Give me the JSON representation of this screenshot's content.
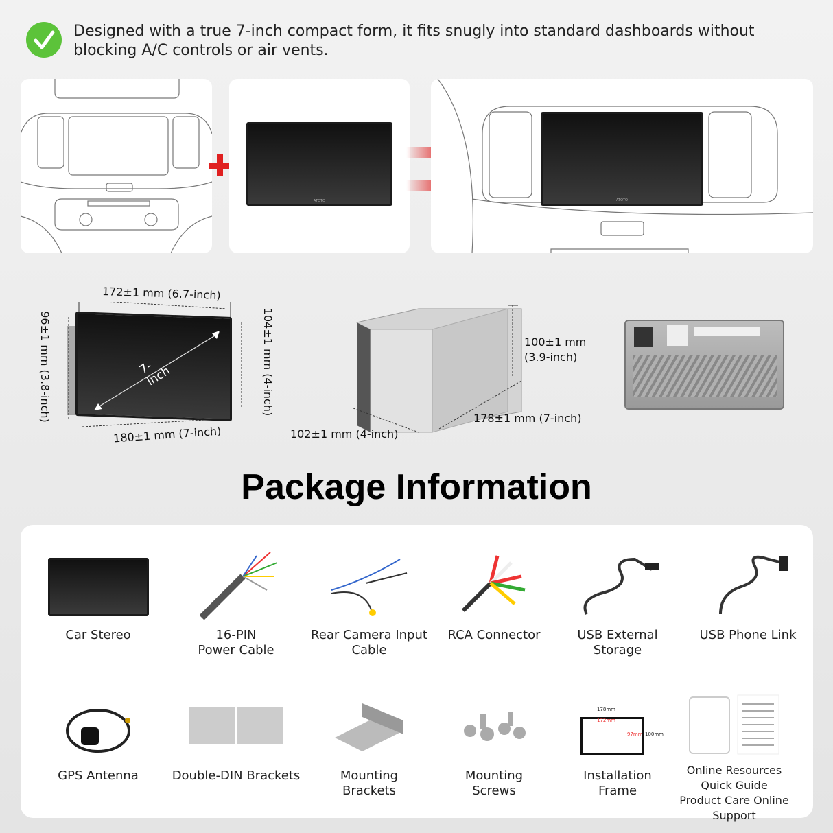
{
  "header": {
    "icon": "check-circle-icon",
    "text": "Designed with a true 7-inch compact form, it fits snugly into standard dashboards without blocking A/C controls or air vents.",
    "accent": "#5cc33a"
  },
  "illustration": {
    "brand": "ATOTO",
    "plus_color": "#e02020",
    "arrow_color": "#e02020"
  },
  "dimensions": {
    "front_width": "172±1 mm (6.7-inch)",
    "frame_width": "180±1 mm (7-inch)",
    "left_height": "96±1 mm (3.8-inch)",
    "right_height": "104±1 mm (4-inch)",
    "diagonal": "7-inch",
    "chassis_height": "100±1 mm\n(3.9-inch)",
    "chassis_width": "102±1 mm (4-inch)",
    "chassis_depth": "178±1 mm (7-inch)"
  },
  "package": {
    "title": "Package Information",
    "items": [
      {
        "label": "Car Stereo",
        "icon": "car-stereo-icon"
      },
      {
        "label": "16-PIN\nPower Cable",
        "icon": "power-cable-icon"
      },
      {
        "label": "Rear Camera Input\nCable",
        "icon": "camera-cable-icon"
      },
      {
        "label": "RCA Connector",
        "icon": "rca-connector-icon"
      },
      {
        "label": "USB External\nStorage",
        "icon": "usb-storage-cable-icon"
      },
      {
        "label": "USB Phone Link",
        "icon": "usb-phone-link-icon"
      },
      {
        "label": "GPS Antenna",
        "icon": "gps-antenna-icon"
      },
      {
        "label": "Double-DIN Brackets",
        "icon": "brackets-icon"
      },
      {
        "label": "Mounting\nBrackets",
        "icon": "mounting-bracket-icon"
      },
      {
        "label": "Mounting\nScrews",
        "icon": "screws-icon"
      },
      {
        "label": "Installation\nFrame",
        "icon": "frame-icon"
      },
      {
        "label": "Online Resources\nQuick Guide\nProduct Care Online Support",
        "icon": "documents-icon"
      }
    ],
    "frame_dims": {
      "outer_w": "178mm",
      "inner_w": "172mm",
      "inner_h": "97mm",
      "outer_h": "100mm"
    }
  }
}
